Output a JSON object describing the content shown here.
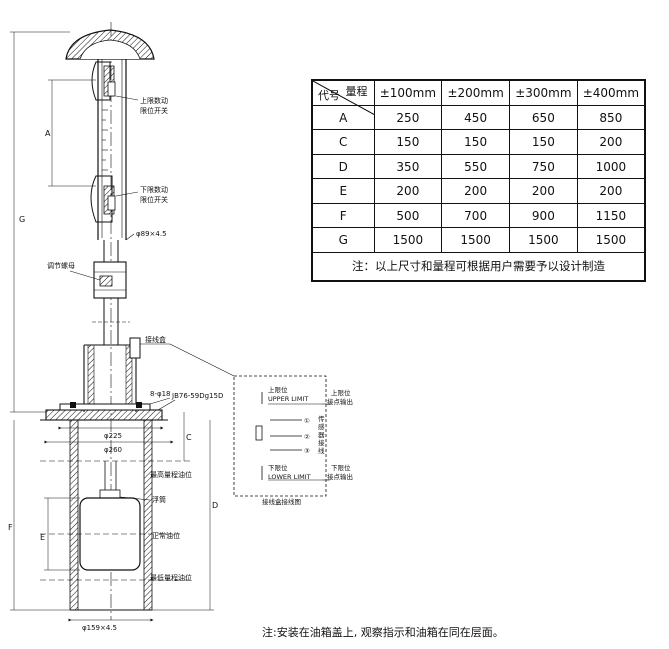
{
  "table": {
    "corner_top": "量程",
    "corner_bottom": "代号",
    "columns": [
      "±100mm",
      "±200mm",
      "±300mm",
      "±400mm"
    ],
    "rows": [
      {
        "code": "A",
        "values": [
          "250",
          "450",
          "650",
          "850"
        ]
      },
      {
        "code": "C",
        "values": [
          "150",
          "150",
          "150",
          "200"
        ]
      },
      {
        "code": "D",
        "values": [
          "350",
          "550",
          "750",
          "1000"
        ]
      },
      {
        "code": "E",
        "values": [
          "200",
          "200",
          "200",
          "200"
        ]
      },
      {
        "code": "F",
        "values": [
          "500",
          "700",
          "900",
          "1150"
        ]
      },
      {
        "code": "G",
        "values": [
          "1500",
          "1500",
          "1500",
          "1500"
        ]
      }
    ],
    "note": "注：以上尺寸和量程可根据用户需要予以设计制造"
  },
  "labels": {
    "upper_switch": [
      "上限数动",
      "限位开关"
    ],
    "lower_switch": [
      "下限数动",
      "限位开关"
    ],
    "pipe_dia": "φ89×4.5",
    "adjust_nut": "调节螺母",
    "junction_box": "接线盒",
    "bolts": "8-φ18",
    "flange_std": "JB76-59Dg15D",
    "phi225": "φ225",
    "phi260": "φ260",
    "max_oil": "最高量程油位",
    "float": "浮筒",
    "normal_oil": "正常油位",
    "min_oil": "最低量程油位",
    "outer_dia": "φ159×4.5",
    "dim_A": "A",
    "dim_G": "G",
    "dim_C": "C",
    "dim_D": "D",
    "dim_E": "E",
    "dim_F": "F"
  },
  "wiring": {
    "upper_cn": "上限位",
    "upper_en": "UPPER LIMIT",
    "upper_out": [
      "上限位",
      "接点输出"
    ],
    "lower_cn": "下限位",
    "lower_en": "LOWER LIMIT",
    "lower_out": [
      "下限位",
      "接点输出"
    ],
    "sensor": [
      "传",
      "感",
      "器",
      "接",
      "线"
    ],
    "term1": "①",
    "term2": "②",
    "term3": "③",
    "caption": "接线盒接线图"
  },
  "bottom_note": "注:安装在油箱盖上, 观察指示和油箱在同在层面。"
}
